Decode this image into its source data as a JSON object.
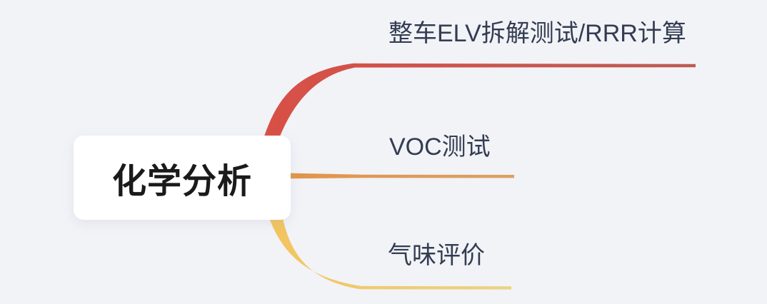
{
  "app": {
    "type": "mindmap",
    "background_color": "#f2f3f7"
  },
  "root": {
    "label": "化学分析",
    "background_color": "#ffffff",
    "text_color": "#1a1a1a"
  },
  "branches": [
    {
      "id": "elv",
      "label": "整车ELV拆解测试/RRR计算",
      "color": "#d85046",
      "color_end": "#bd5b53",
      "text_color": "#333d52"
    },
    {
      "id": "voc",
      "label": "VOC测试",
      "color": "#e2944a",
      "color_end": "#dba164",
      "text_color": "#333d52"
    },
    {
      "id": "odor",
      "label": "气味评价",
      "color": "#f2c45f",
      "color_end": "#ecd384",
      "text_color": "#333d52"
    }
  ]
}
